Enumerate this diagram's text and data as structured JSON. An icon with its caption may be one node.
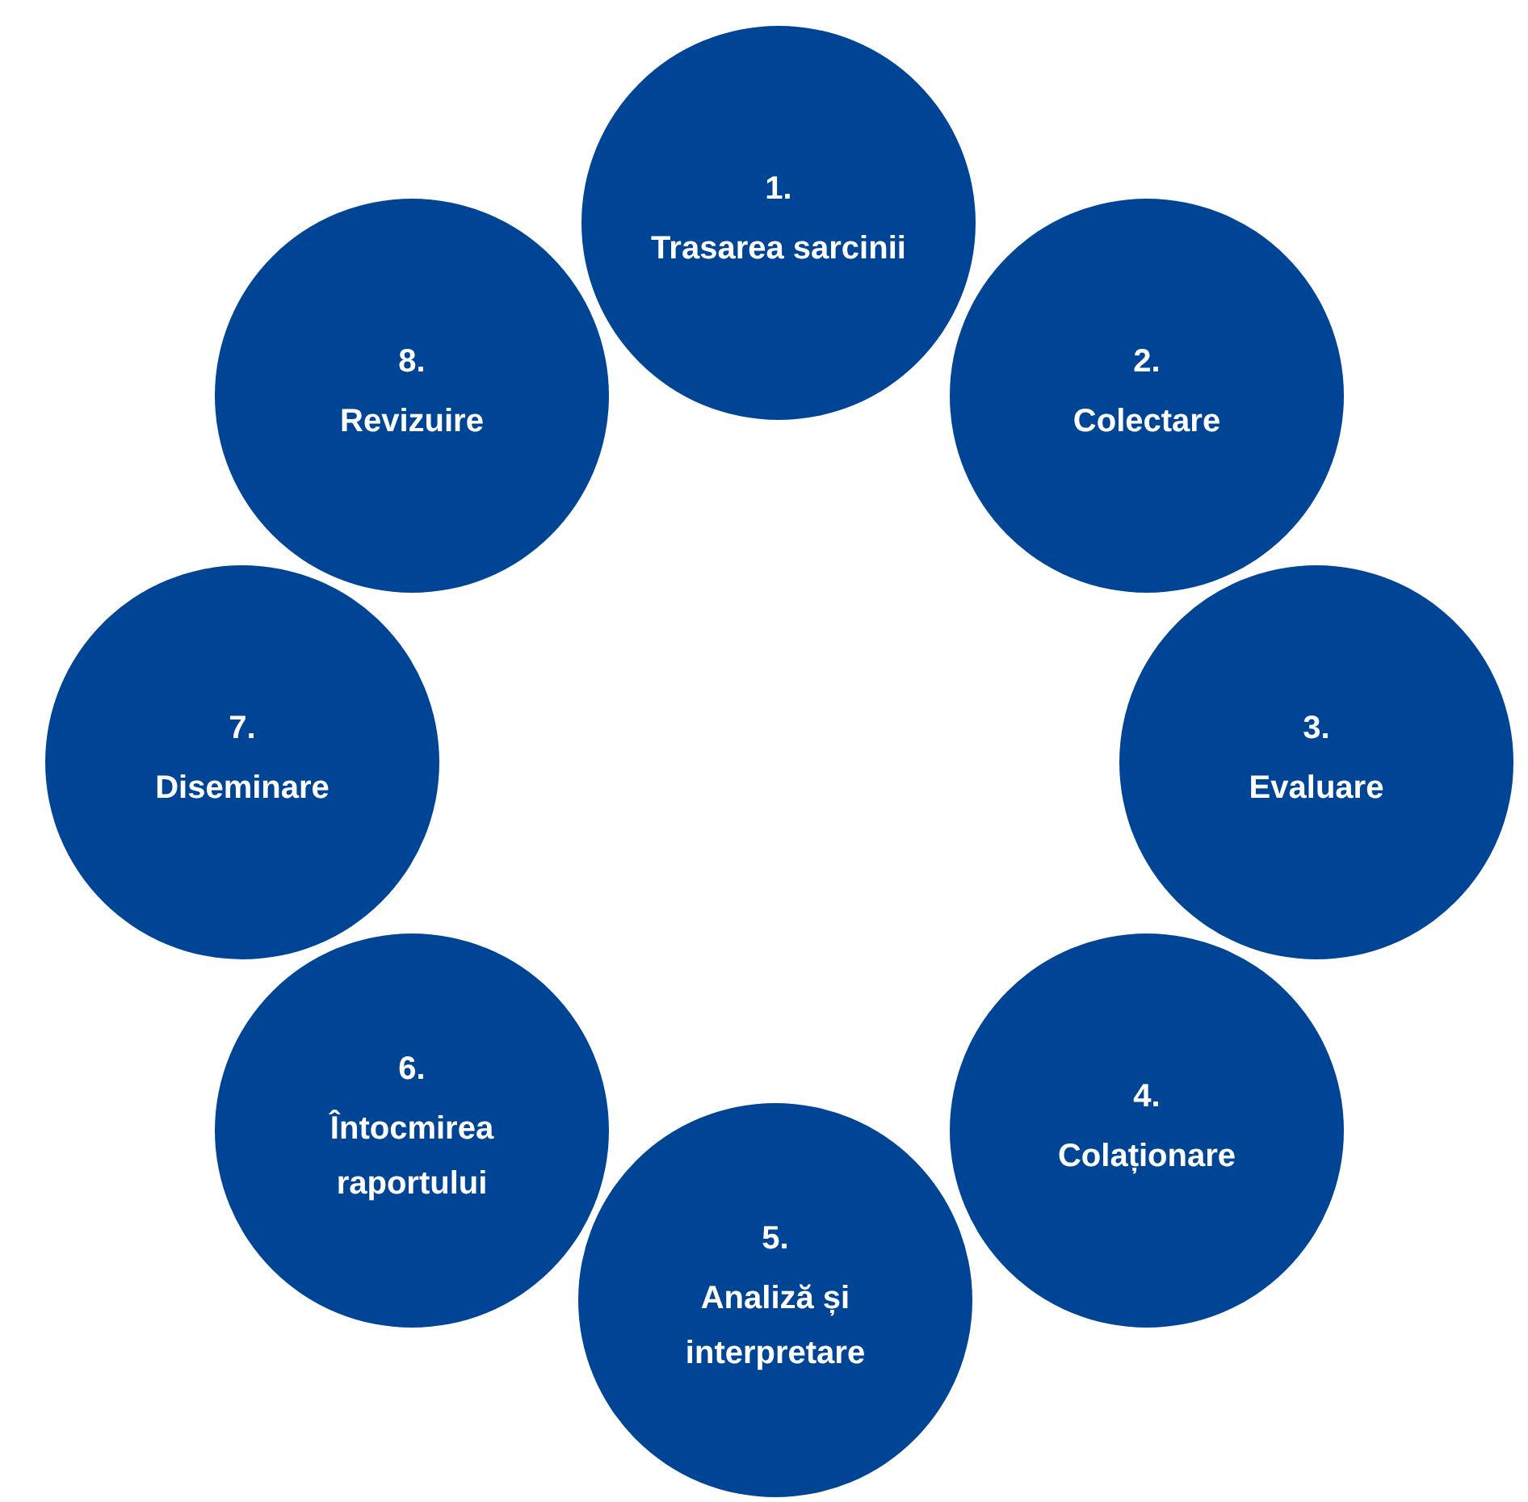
{
  "diagram": {
    "nodes": [
      {
        "text": [
          "1.",
          "Trasarea sarcinii"
        ]
      },
      {
        "text": [
          "2.",
          "Colectare"
        ]
      },
      {
        "text": [
          "3.",
          "Evaluare"
        ]
      },
      {
        "text": [
          "4.",
          "Colaționare"
        ]
      },
      {
        "text": [
          "5.",
          "Analiză și interpretare"
        ]
      },
      {
        "text": [
          "6.",
          "Întocmirea raportului"
        ]
      },
      {
        "text": [
          "7.",
          "Diseminare"
        ]
      },
      {
        "text": [
          "8.",
          "Revizuire"
        ]
      }
    ],
    "edges": []
  }
}
